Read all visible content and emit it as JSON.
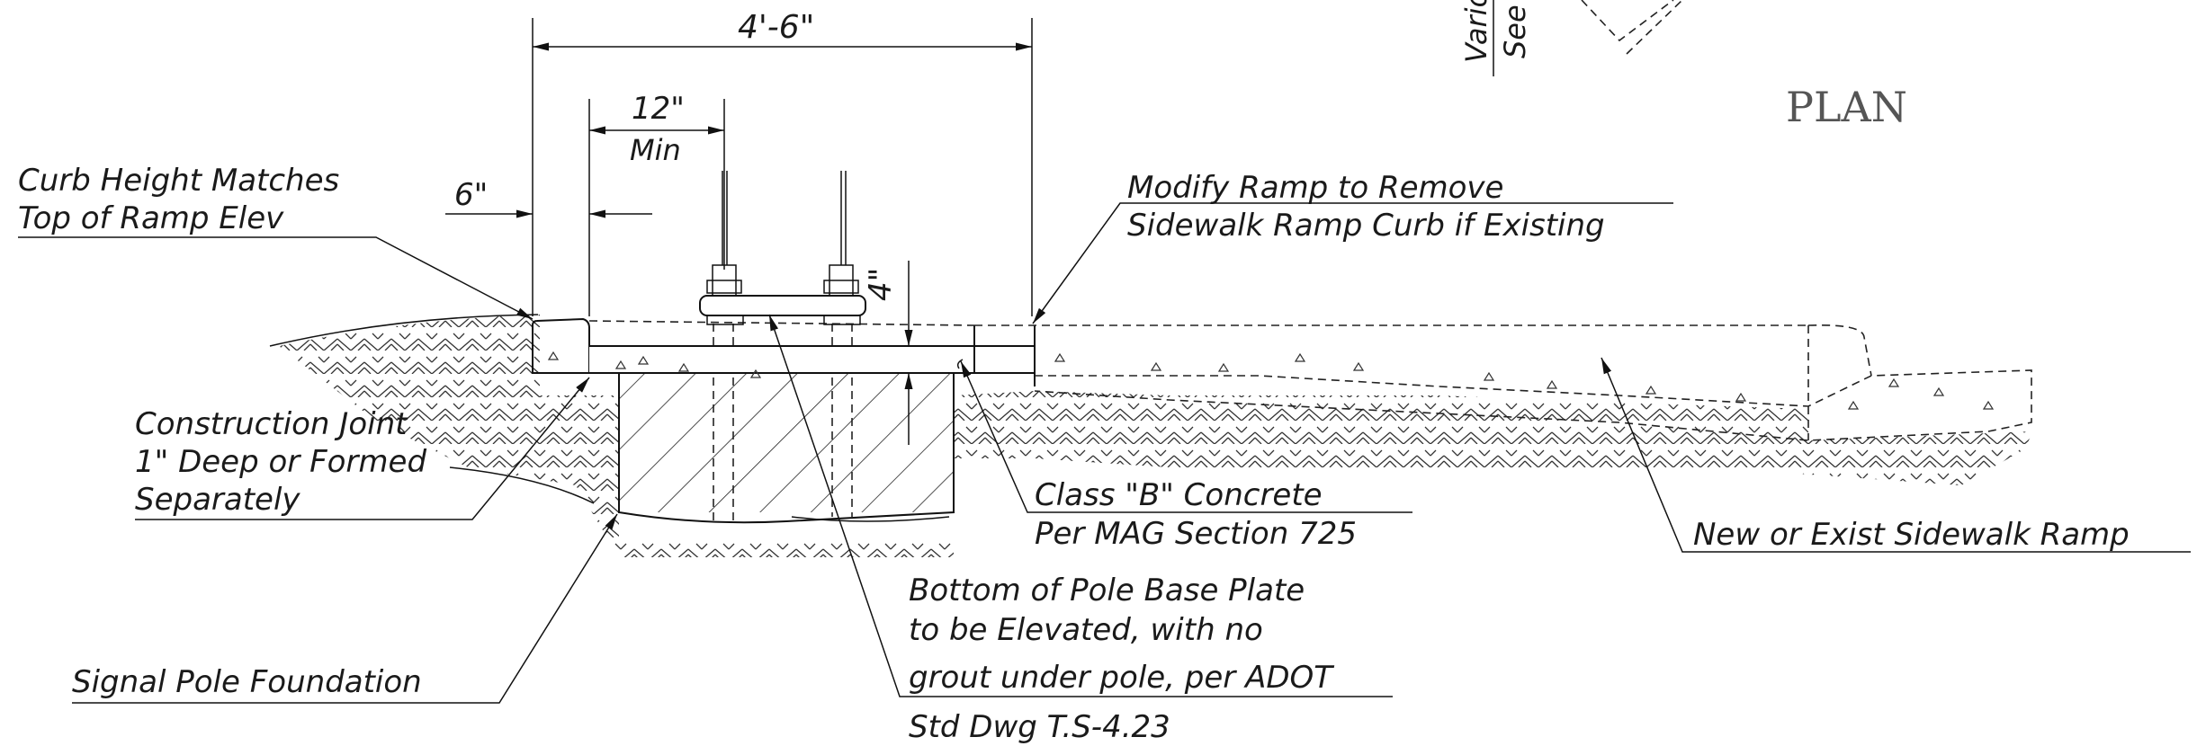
{
  "title": "PLAN",
  "dimensions": {
    "overall": "4'-6\"",
    "min_width": "12\"",
    "min_label": "Min",
    "curb_offset": "6\"",
    "vertical": "4\""
  },
  "callouts": {
    "curb_height": [
      "Curb Height Matches",
      "Top of Ramp Elev"
    ],
    "modify_ramp": [
      "Modify Ramp to Remove",
      "Sidewalk Ramp Curb if Existing"
    ],
    "construction_joint": [
      "Construction Joint",
      "1\" Deep or Formed",
      "Separately"
    ],
    "concrete_class": [
      "Class \"B\" Concrete",
      "Per MAG Section 725"
    ],
    "sidewalk_ramp": "New or Exist Sidewalk Ramp",
    "base_plate": [
      "Bottom of Pole Base Plate",
      "to be Elevated, with no",
      "grout under pole, per ADOT",
      "Std Dwg T.S-4.23"
    ],
    "foundation": "Signal Pole Foundation"
  },
  "partial_note": [
    "Vario",
    "See"
  ]
}
